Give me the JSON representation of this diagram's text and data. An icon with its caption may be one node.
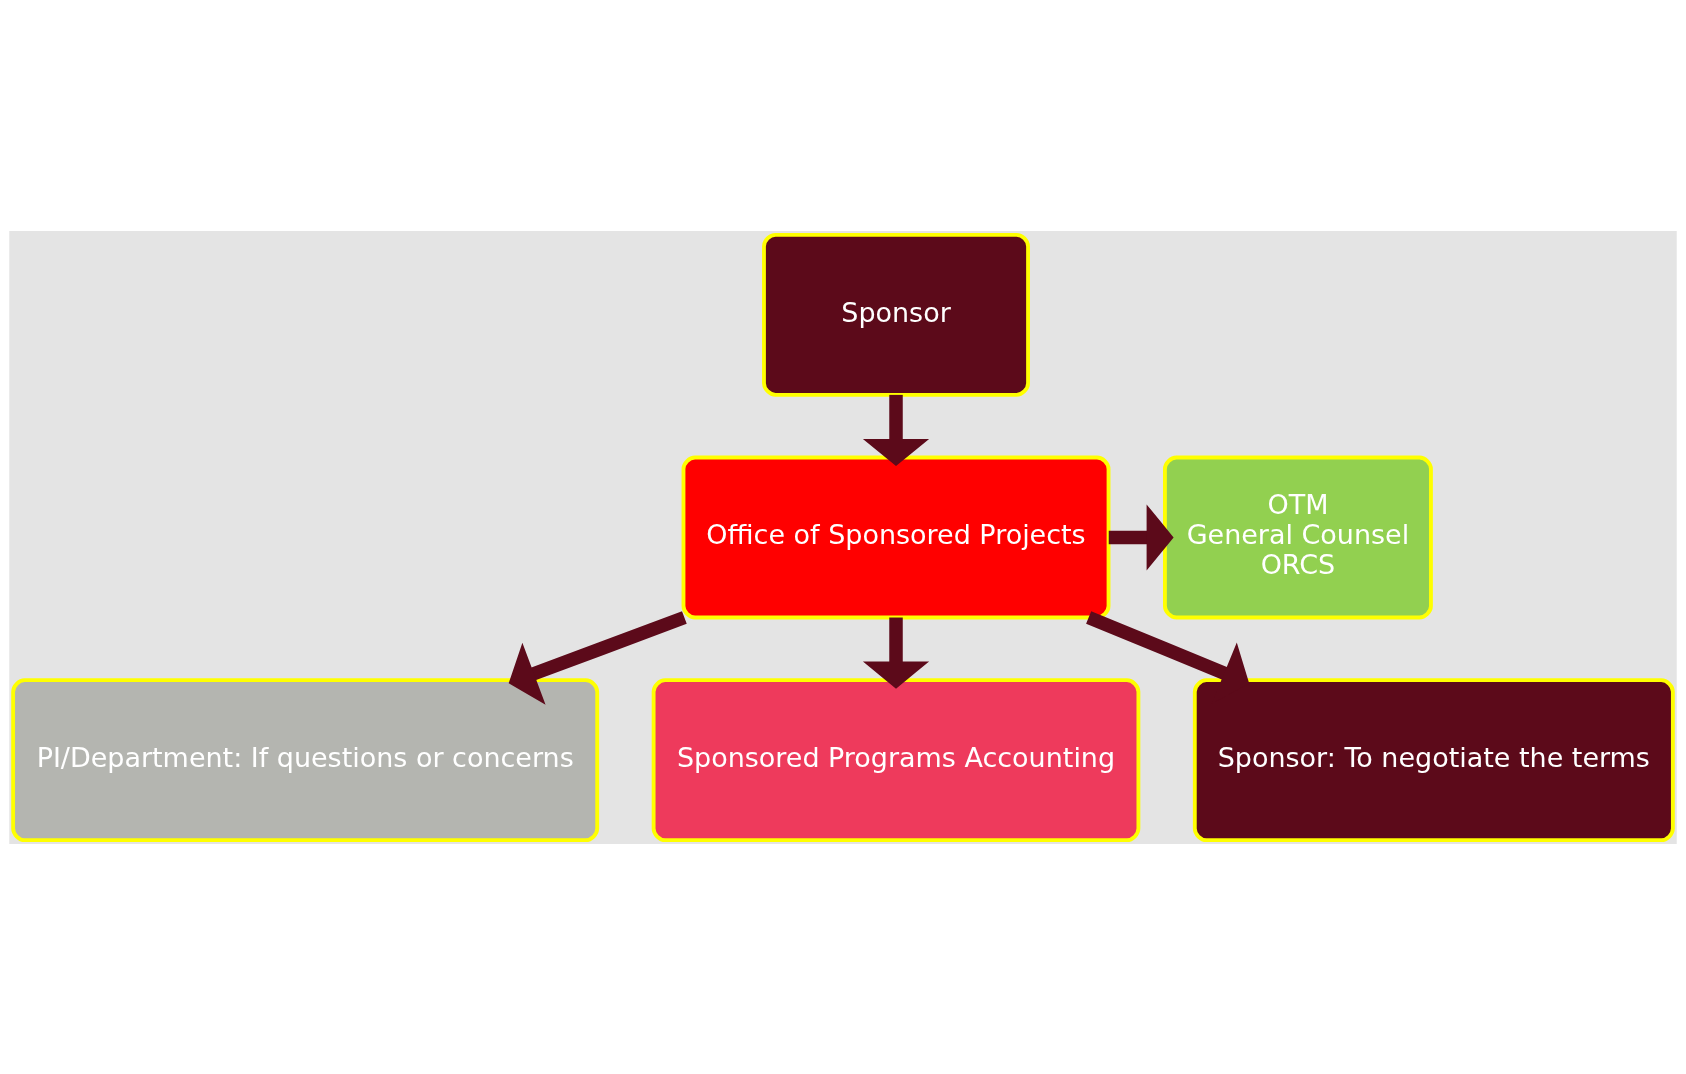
{
  "diagram": {
    "nodes": [
      {
        "text": [
          "Sponsor"
        ]
      },
      {
        "text": [
          "Office of Sponsored Projects"
        ]
      },
      {
        "text": [
          "OTM",
          "General Counsel",
          "ORCS"
        ]
      },
      {
        "text": [
          "PI/Department: If questions or concerns"
        ]
      },
      {
        "text": [
          "Sponsored Programs Accounting"
        ]
      },
      {
        "text": [
          "Sponsor: To negotiate the terms"
        ]
      }
    ],
    "edges": [
      {
        "from": 0,
        "to": 1,
        "arrow": "to"
      },
      {
        "from": 1,
        "to": 2,
        "arrow": "to"
      },
      {
        "from": 1,
        "to": 3,
        "arrow": "to"
      },
      {
        "from": 1,
        "to": 5,
        "arrow": "to"
      },
      {
        "from": 1,
        "to": 4,
        "arrow": "to"
      }
    ]
  }
}
